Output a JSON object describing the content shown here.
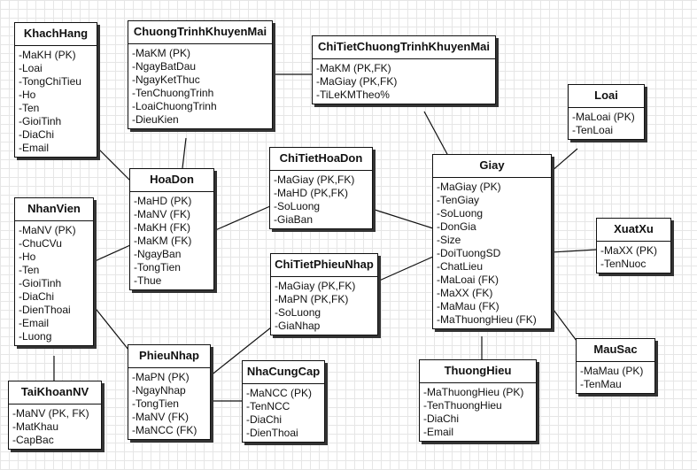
{
  "entities": {
    "khachhang": {
      "name": "KhachHang",
      "attributes": [
        "-MaKH (PK)",
        "-Loai",
        "-TongChiTieu",
        "-Ho",
        "-Ten",
        "-GioiTinh",
        "-DiaChi",
        "-Email"
      ]
    },
    "chuongtrinhkhuyenmai": {
      "name": "ChuongTrinhKhuyenMai",
      "attributes": [
        "-MaKM (PK)",
        "-NgayBatDau",
        "-NgayKetThuc",
        "-TenChuongTrinh",
        "-LoaiChuongTrinh",
        "-DieuKien"
      ]
    },
    "chitietchuongtrinhkhuyenmai": {
      "name": "ChiTietChuongTrinhKhuyenMai",
      "attributes": [
        "-MaKM (PK,FK)",
        "-MaGiay (PK,FK)",
        "-TiLeKMTheo%"
      ]
    },
    "loai": {
      "name": "Loai",
      "attributes": [
        "-MaLoai (PK)",
        "-TenLoai"
      ]
    },
    "hoadon": {
      "name": "HoaDon",
      "attributes": [
        "-MaHD (PK)",
        "-MaNV (FK)",
        "-MaKH (FK)",
        "-MaKM (FK)",
        "-NgayBan",
        "-TongTien",
        "-Thue"
      ]
    },
    "chitiethoadon": {
      "name": "ChiTietHoaDon",
      "attributes": [
        "-MaGiay (PK,FK)",
        "-MaHD (PK,FK)",
        "-SoLuong",
        "-GiaBan"
      ]
    },
    "giay": {
      "name": "Giay",
      "attributes": [
        "-MaGiay (PK)",
        "-TenGiay",
        "-SoLuong",
        "-DonGia",
        "-Size",
        "-DoiTuongSD",
        "-ChatLieu",
        "-MaLoai (FK)",
        "-MaXX (FK)",
        "-MaMau (FK)",
        "-MaThuongHieu (FK)"
      ]
    },
    "nhanvien": {
      "name": "NhanVien",
      "attributes": [
        "-MaNV (PK)",
        "-ChuCVu",
        "-Ho",
        "-Ten",
        "-GioiTinh",
        "-DiaChi",
        "-DienThoai",
        "-Email",
        "-Luong"
      ]
    },
    "chitietphieunhap": {
      "name": "ChiTietPhieuNhap",
      "attributes": [
        "-MaGiay (PK,FK)",
        "-MaPN (PK,FK)",
        "-SoLuong",
        "-GiaNhap"
      ]
    },
    "xuatxu": {
      "name": "XuatXu",
      "attributes": [
        "-MaXX (PK)",
        "-TenNuoc"
      ]
    },
    "mausac": {
      "name": "MauSac",
      "attributes": [
        "-MaMau (PK)",
        "-TenMau"
      ]
    },
    "taikhoannv": {
      "name": "TaiKhoanNV",
      "attributes": [
        "-MaNV (PK, FK)",
        "-MatKhau",
        "-CapBac"
      ]
    },
    "phieunhap": {
      "name": "PhieuNhap",
      "attributes": [
        "-MaPN (PK)",
        "-NgayNhap",
        "-TongTien",
        "-MaNV (FK)",
        "-MaNCC (FK)"
      ]
    },
    "nhacungcap": {
      "name": "NhaCungCap",
      "attributes": [
        "-MaNCC (PK)",
        "-TenNCC",
        "-DiaChi",
        "-DienThoai"
      ]
    },
    "thuonghieu": {
      "name": "ThuongHieu",
      "attributes": [
        "-MaThuongHieu (PK)",
        "-TenThuongHieu",
        "-DiaChi",
        "-Email"
      ]
    }
  }
}
